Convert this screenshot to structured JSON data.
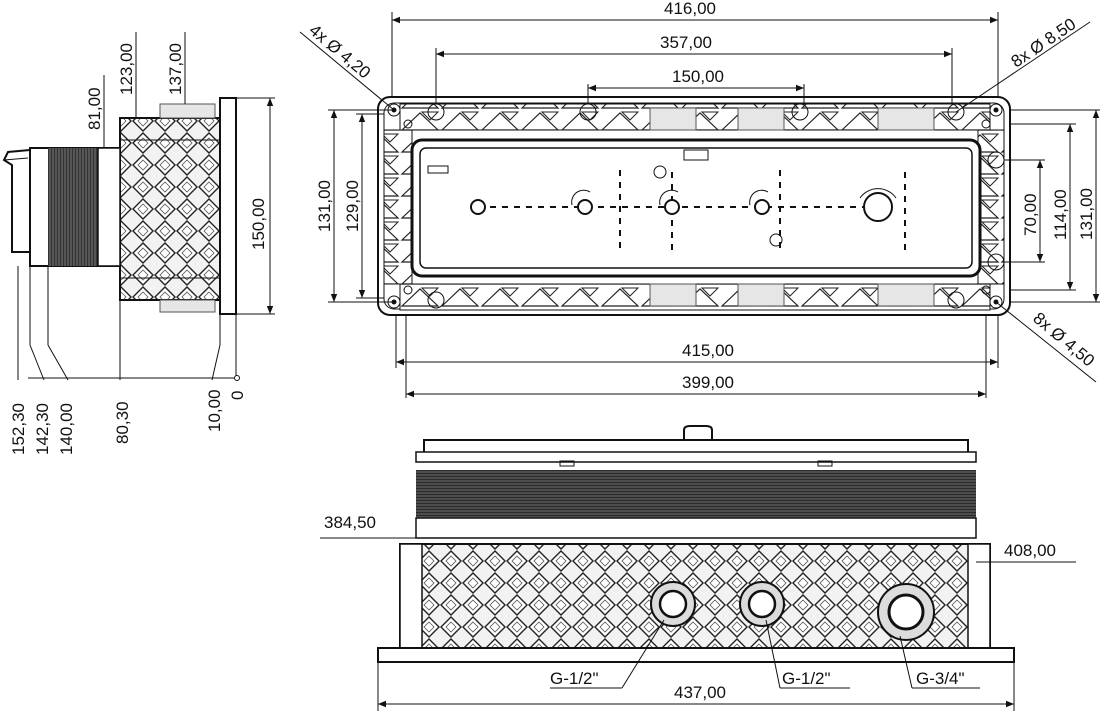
{
  "dimensions": {
    "top_view": {
      "overall_width": "416,00",
      "hole_span": "357,00",
      "centre_span": "150,00",
      "inner_width": "415,00",
      "inner_width_2": "399,00",
      "height_outer": "131,00",
      "height_inner": "129,00",
      "right_small": "70,00",
      "right_mid": "114,00",
      "right_outer": "131,00",
      "holes_a": "4x Ø 4,20",
      "holes_b": "8x Ø 8,50",
      "holes_c": "8x Ø 4,50"
    },
    "side_view": {
      "d123": "123,00",
      "d137": "137,00",
      "d81": "81,00",
      "d150": "150,00",
      "b152": "152,30",
      "b142": "142,30",
      "b140": "140,00",
      "b80": "80,30",
      "b10": "10,00",
      "b0": "0"
    },
    "front_view": {
      "left": "384,50",
      "right": "408,00",
      "overall": "437,00",
      "port1": "G-1/2\"",
      "port2": "G-1/2\"",
      "port3": "G-3/4\""
    }
  }
}
